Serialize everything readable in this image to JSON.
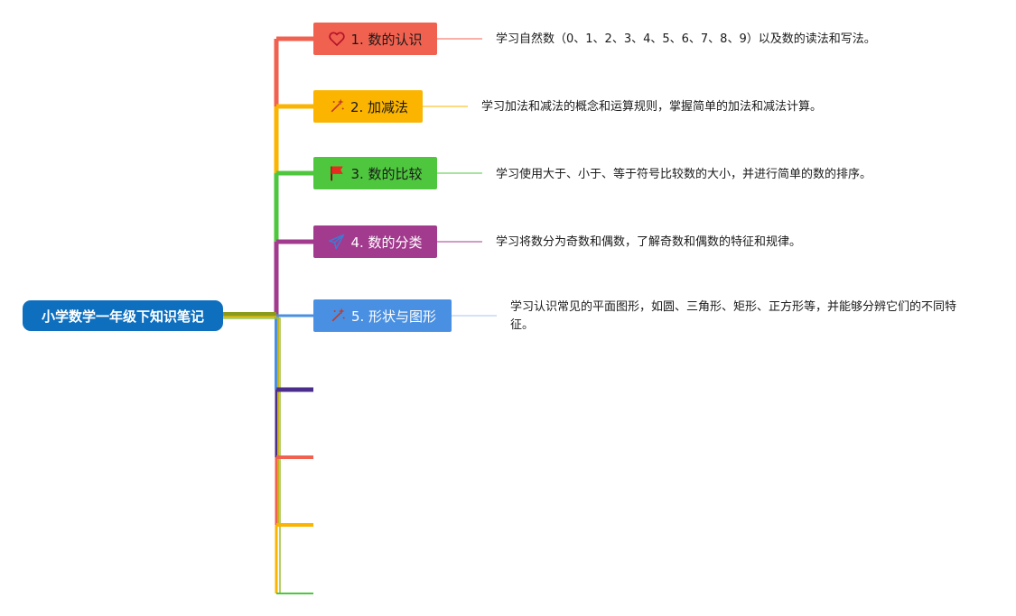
{
  "root": {
    "label": "小学数学一年级下知识笔记",
    "color": "#0e6fbf"
  },
  "topics": [
    {
      "label": "1. 数的认识",
      "color": "#f0614f",
      "text_color": "#1a1a1a",
      "icon": "heart-icon",
      "note": "学习自然数（0、1、2、3、4、5、6、7、8、9）以及数的读法和写法。"
    },
    {
      "label": "2. 加减法",
      "color": "#fbb400",
      "text_color": "#1a1a1a",
      "icon": "magic-wand-icon",
      "note": "学习加法和减法的概念和运算规则，掌握简单的加法和减法计算。"
    },
    {
      "label": "3. 数的比较",
      "color": "#4ec73e",
      "text_color": "#1a1a1a",
      "icon": "flag-icon",
      "note": "学习使用大于、小于、等于符号比较数的大小，并进行简单的数的排序。"
    },
    {
      "label": "4. 数的分类",
      "color": "#a23b8e",
      "text_color": "#ffffff",
      "icon": "paper-plane-icon",
      "note": "学习将数分为奇数和偶数，了解奇数和偶数的特征和规律。"
    },
    {
      "label": "5. 形状与图形",
      "color": "#4a90e2",
      "text_color": "#ffffff",
      "icon": "magic-wand-icon",
      "note": "学习认识常见的平面图形，如圆、三角形、矩形、正方形等，并能够分辨它们的不同特征。"
    }
  ],
  "empty_branch_colors": [
    "#4b2e8c",
    "#f0614f",
    "#fbb400",
    "#4ec73e"
  ]
}
